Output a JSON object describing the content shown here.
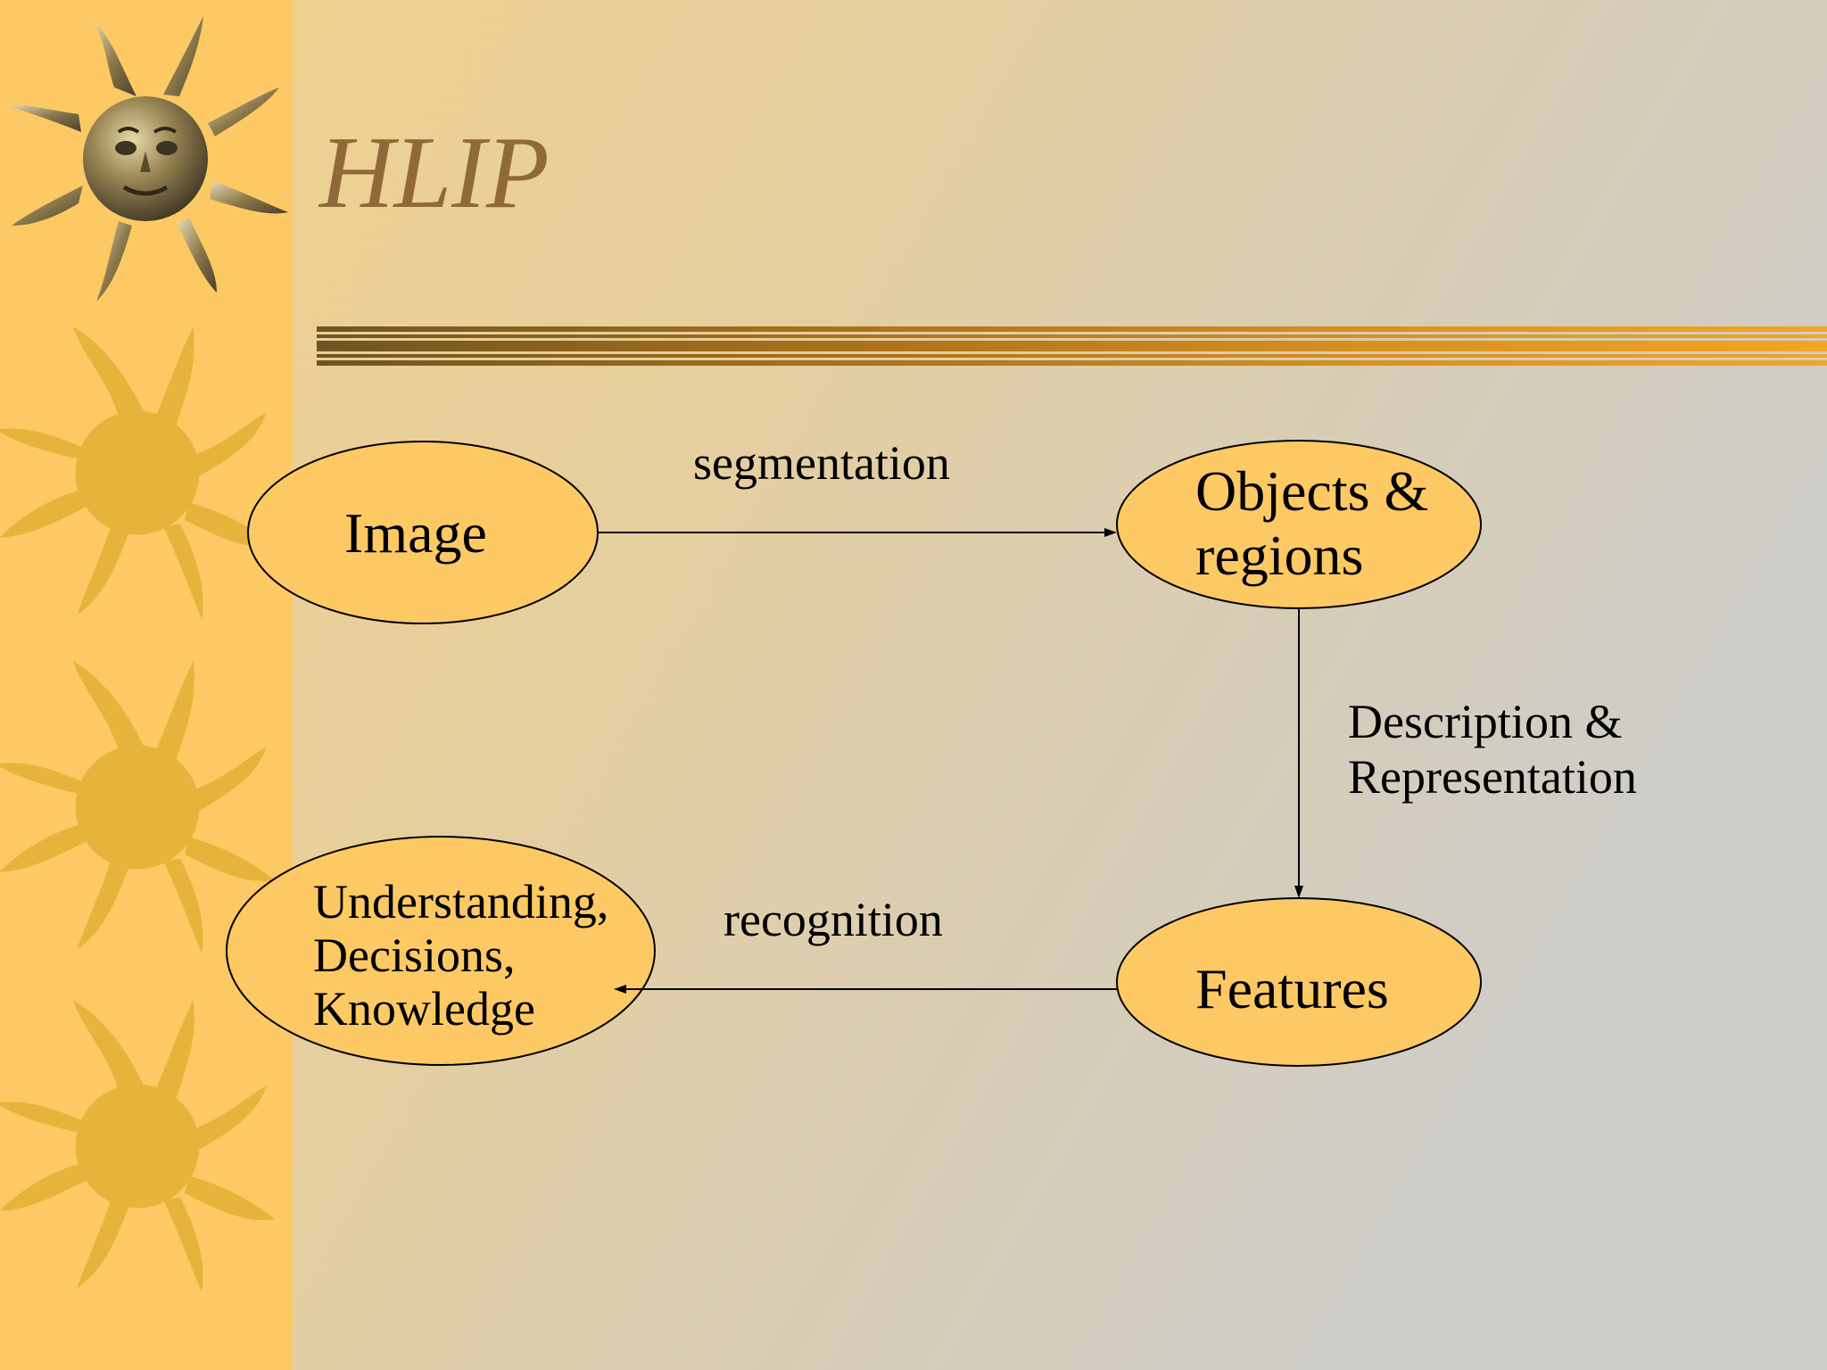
{
  "slide": {
    "title": "HLIP"
  },
  "diagram": {
    "nodes": {
      "image": "Image",
      "objects": "Objects &\nregions",
      "features": "Features",
      "understanding": "Understanding,\nDecisions,\nKnowledge"
    },
    "edges": {
      "segmentation": "segmentation",
      "description": "Description &\nRepresentation",
      "recognition": "recognition"
    }
  },
  "colors": {
    "strip": "#fdc964",
    "title": "#8f6a38",
    "node_fill": "#fdc964",
    "rule": "#a36d1a",
    "sun_faded": "#e6b43a",
    "sun_bronze": "#7a6a40"
  },
  "icons": {
    "top_sun": "bronze-sun-face-icon",
    "decor_suns": "sun-icon"
  }
}
